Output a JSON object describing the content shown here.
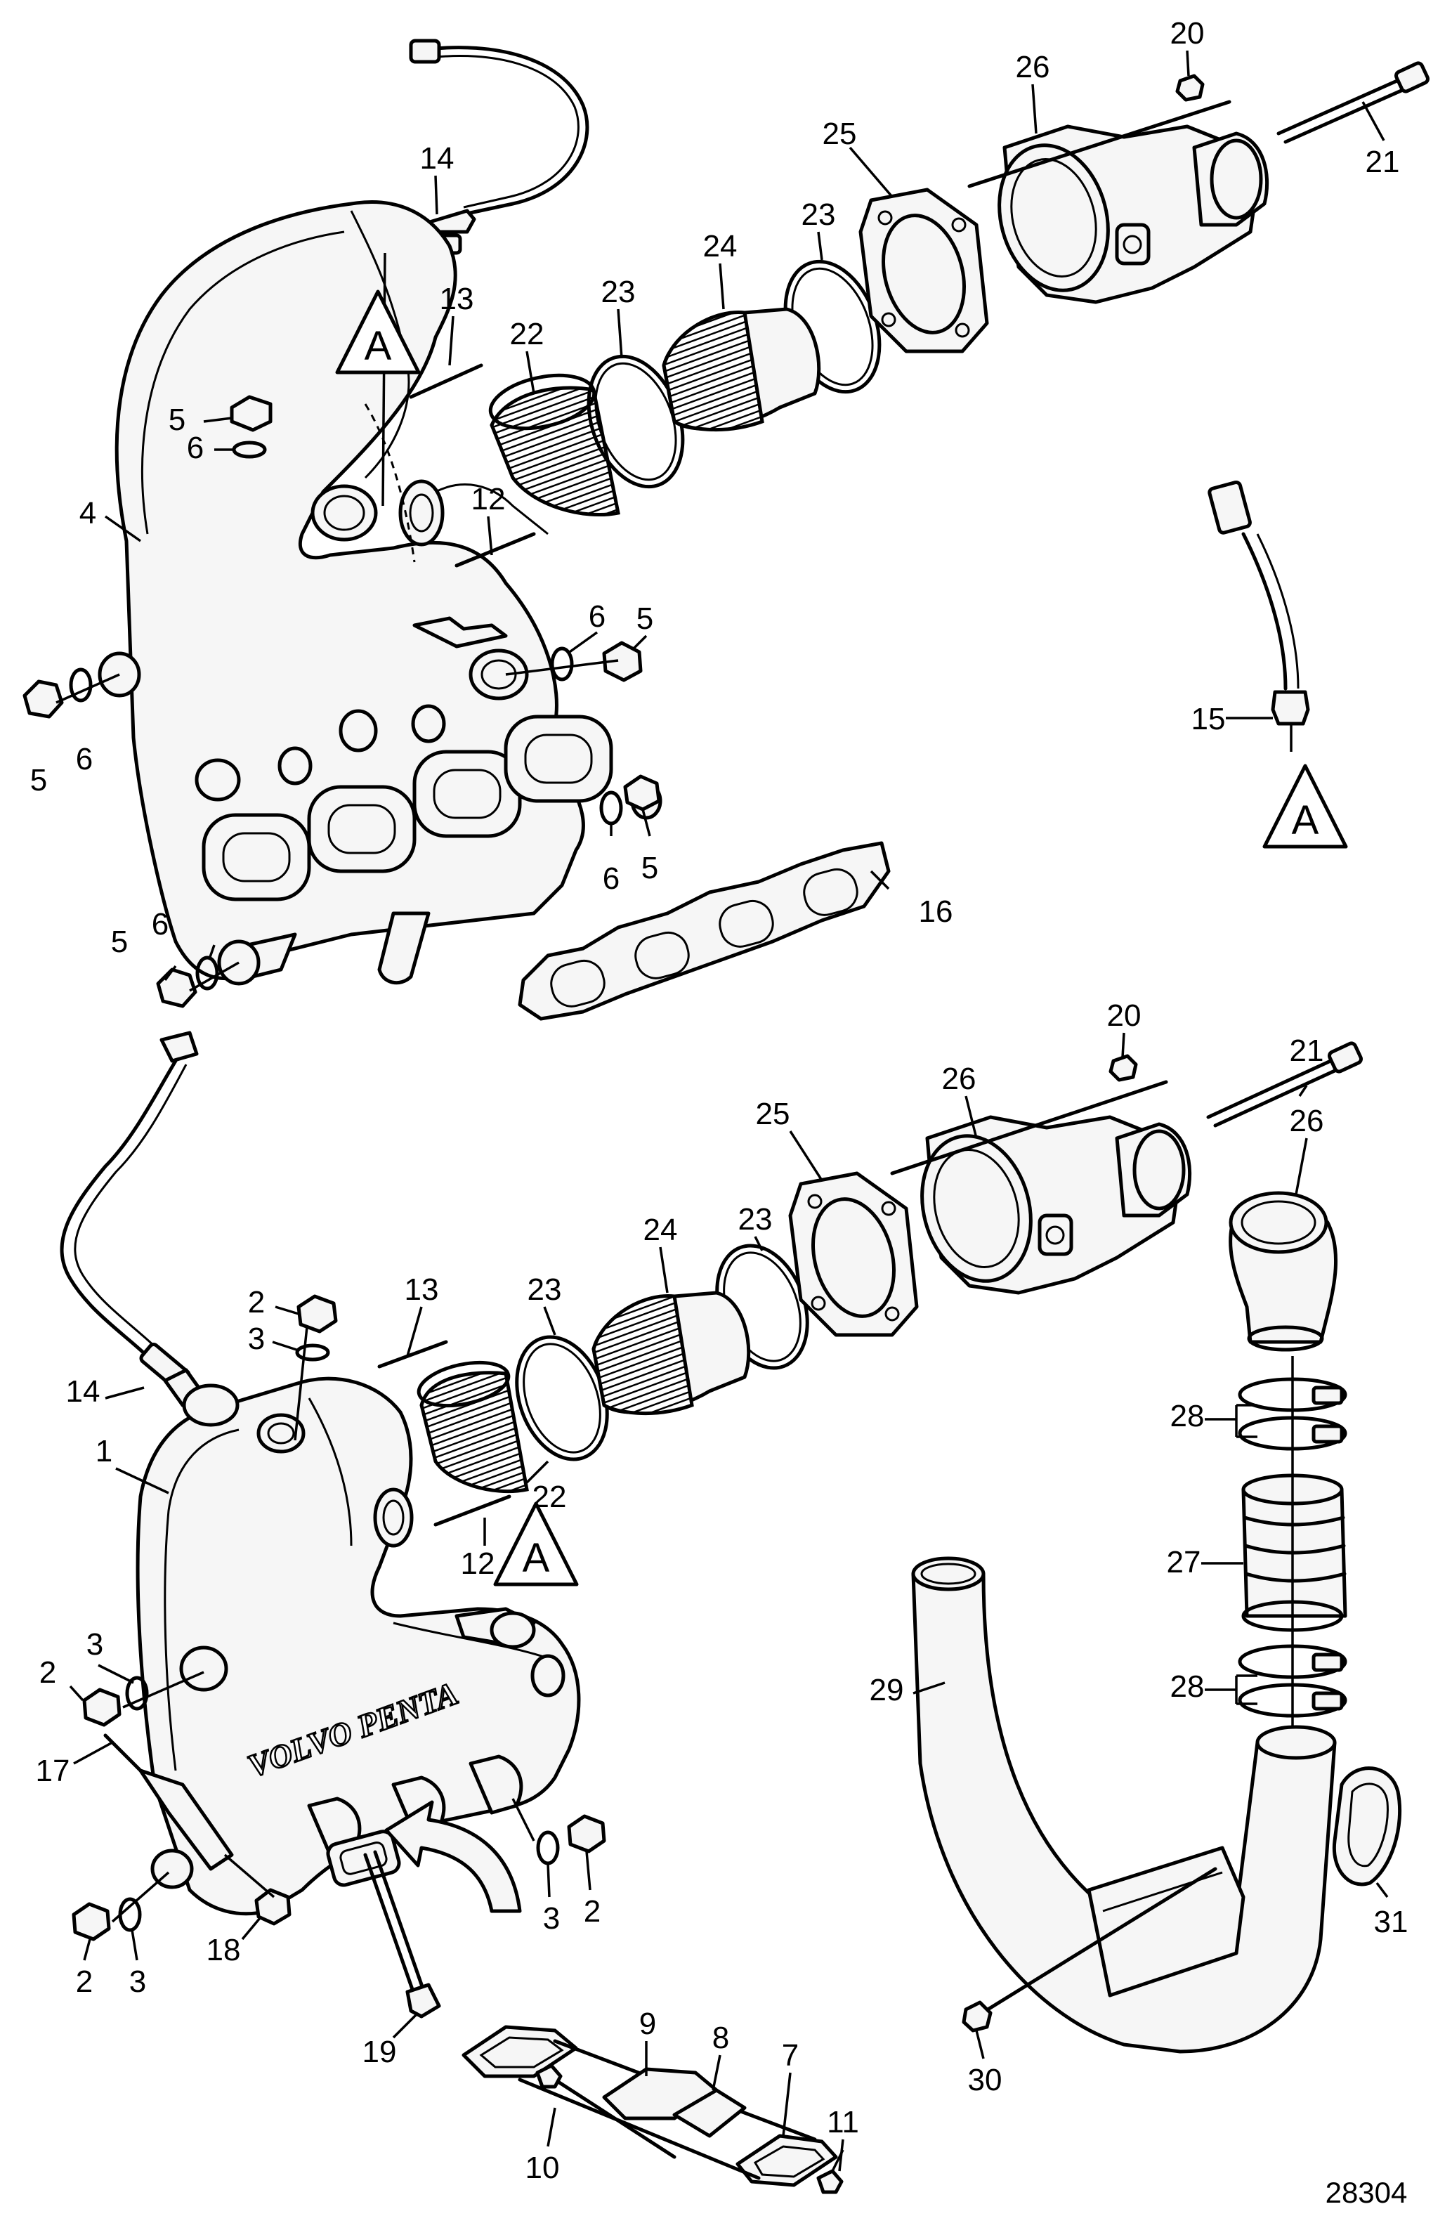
{
  "callouts": [
    {
      "id": "l14a",
      "text": "14"
    },
    {
      "id": "l13a",
      "text": "13"
    },
    {
      "id": "l22a",
      "text": "22"
    },
    {
      "id": "l23a",
      "text": "23"
    },
    {
      "id": "l24a",
      "text": "24"
    },
    {
      "id": "l23b",
      "text": "23"
    },
    {
      "id": "l25a",
      "text": "25"
    },
    {
      "id": "l26a",
      "text": "26"
    },
    {
      "id": "l20a",
      "text": "20"
    },
    {
      "id": "l21a",
      "text": "21"
    },
    {
      "id": "l5a",
      "text": "5"
    },
    {
      "id": "l6a",
      "text": "6"
    },
    {
      "id": "l4",
      "text": "4"
    },
    {
      "id": "l12a",
      "text": "12"
    },
    {
      "id": "l6b",
      "text": "6"
    },
    {
      "id": "l5b",
      "text": "5"
    },
    {
      "id": "l5c",
      "text": "5"
    },
    {
      "id": "l6c",
      "text": "6"
    },
    {
      "id": "l15",
      "text": "15"
    },
    {
      "id": "l6d",
      "text": "6"
    },
    {
      "id": "l5d",
      "text": "5"
    },
    {
      "id": "l16",
      "text": "16"
    },
    {
      "id": "l5e",
      "text": "5"
    },
    {
      "id": "l6e",
      "text": "6"
    },
    {
      "id": "l20b",
      "text": "20"
    },
    {
      "id": "l21b",
      "text": "21"
    },
    {
      "id": "l26b",
      "text": "26"
    },
    {
      "id": "l25b",
      "text": "25"
    },
    {
      "id": "l23c",
      "text": "23"
    },
    {
      "id": "l26c",
      "text": "26"
    },
    {
      "id": "l23d",
      "text": "23"
    },
    {
      "id": "l24b",
      "text": "24"
    },
    {
      "id": "l13b",
      "text": "13"
    },
    {
      "id": "l2a",
      "text": "2"
    },
    {
      "id": "l3a",
      "text": "3"
    },
    {
      "id": "l14b",
      "text": "14"
    },
    {
      "id": "l28a",
      "text": "28"
    },
    {
      "id": "l1",
      "text": "1"
    },
    {
      "id": "l22b",
      "text": "22"
    },
    {
      "id": "l27",
      "text": "27"
    },
    {
      "id": "l12b",
      "text": "12"
    },
    {
      "id": "l3b",
      "text": "3"
    },
    {
      "id": "l2b",
      "text": "2"
    },
    {
      "id": "l29",
      "text": "29"
    },
    {
      "id": "l28b",
      "text": "28"
    },
    {
      "id": "l17",
      "text": "17"
    },
    {
      "id": "l3c",
      "text": "3"
    },
    {
      "id": "l2c",
      "text": "2"
    },
    {
      "id": "l31",
      "text": "31"
    },
    {
      "id": "l18",
      "text": "18"
    },
    {
      "id": "l2d",
      "text": "2"
    },
    {
      "id": "l3d",
      "text": "3"
    },
    {
      "id": "l30",
      "text": "30"
    },
    {
      "id": "l19",
      "text": "19"
    },
    {
      "id": "l9",
      "text": "9"
    },
    {
      "id": "l8",
      "text": "8"
    },
    {
      "id": "l7",
      "text": "7"
    },
    {
      "id": "l11",
      "text": "11"
    },
    {
      "id": "l10",
      "text": "10"
    }
  ],
  "reference_markers": [
    "A",
    "A",
    "A"
  ],
  "manifold_branding": "VOLVO PENTA",
  "drawing_number": "28304"
}
